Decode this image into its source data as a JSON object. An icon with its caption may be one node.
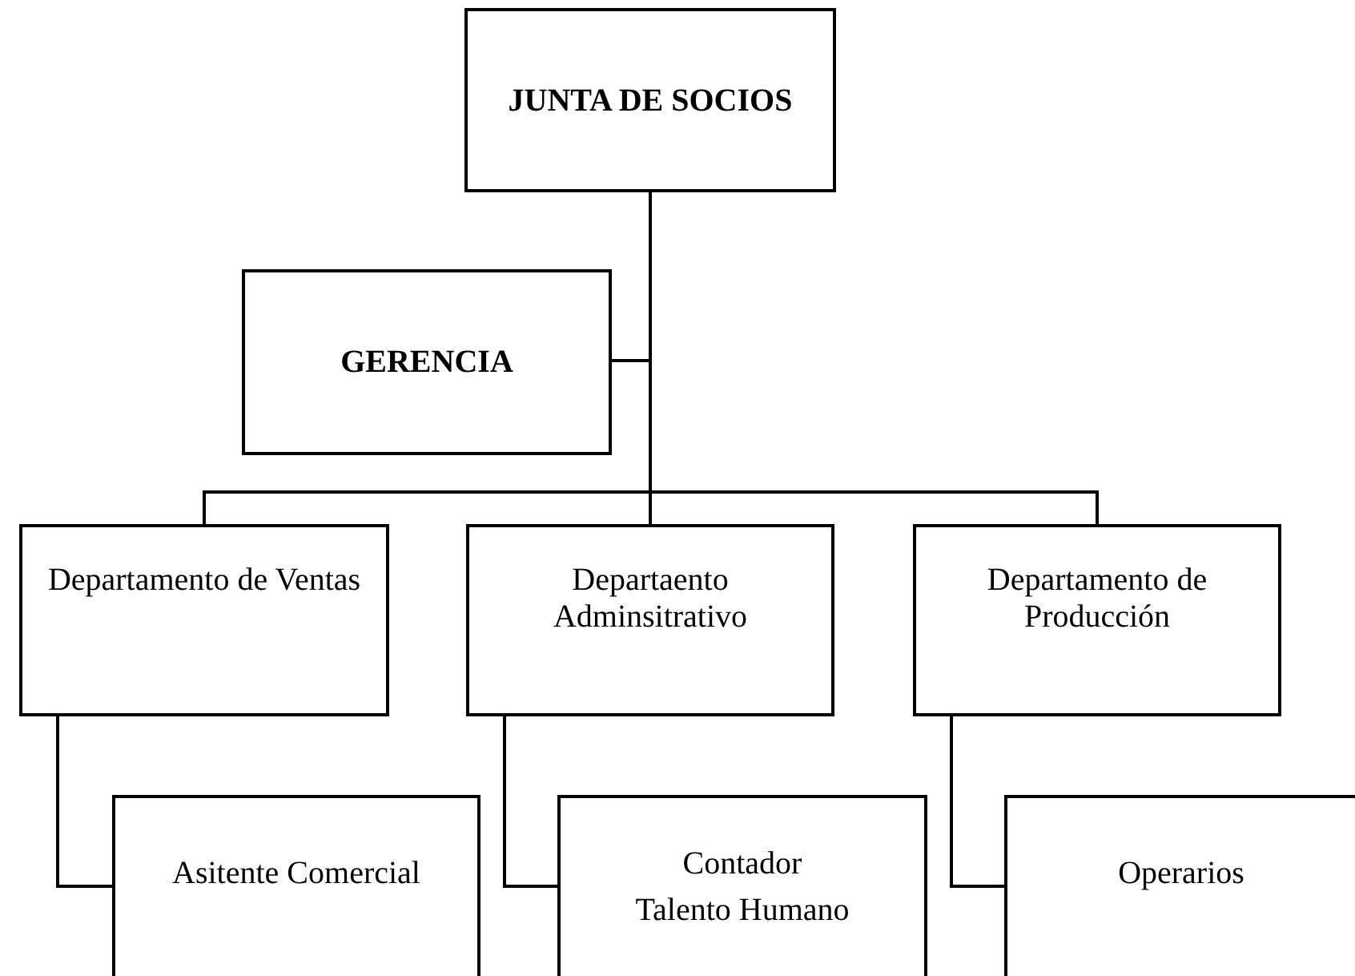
{
  "diagram": {
    "nodes": [
      {
        "text": [
          "JUNTA DE SOCIOS"
        ]
      },
      {
        "text": [
          "GERENCIA"
        ]
      },
      {
        "text": [
          "Departamento de Ventas"
        ]
      },
      {
        "text": [
          "Departaento Adminsitrativo"
        ]
      },
      {
        "text": [
          "Departamento de Producción"
        ]
      },
      {
        "text": [
          "Asitente Comercial"
        ]
      },
      {
        "text": [
          "Contador",
          "Talento Humano"
        ]
      },
      {
        "text": [
          "Operarios"
        ]
      }
    ],
    "edges": [
      {
        "from": 0,
        "to": 1,
        "arrow": "none"
      },
      {
        "from": 0,
        "to": 2,
        "arrow": "none"
      },
      {
        "from": 0,
        "to": 3,
        "arrow": "none"
      },
      {
        "from": 0,
        "to": 4,
        "arrow": "none"
      },
      {
        "from": 2,
        "to": 5,
        "arrow": "none"
      },
      {
        "from": 3,
        "to": 6,
        "arrow": "none"
      },
      {
        "from": 4,
        "to": 7,
        "arrow": "none"
      }
    ]
  }
}
